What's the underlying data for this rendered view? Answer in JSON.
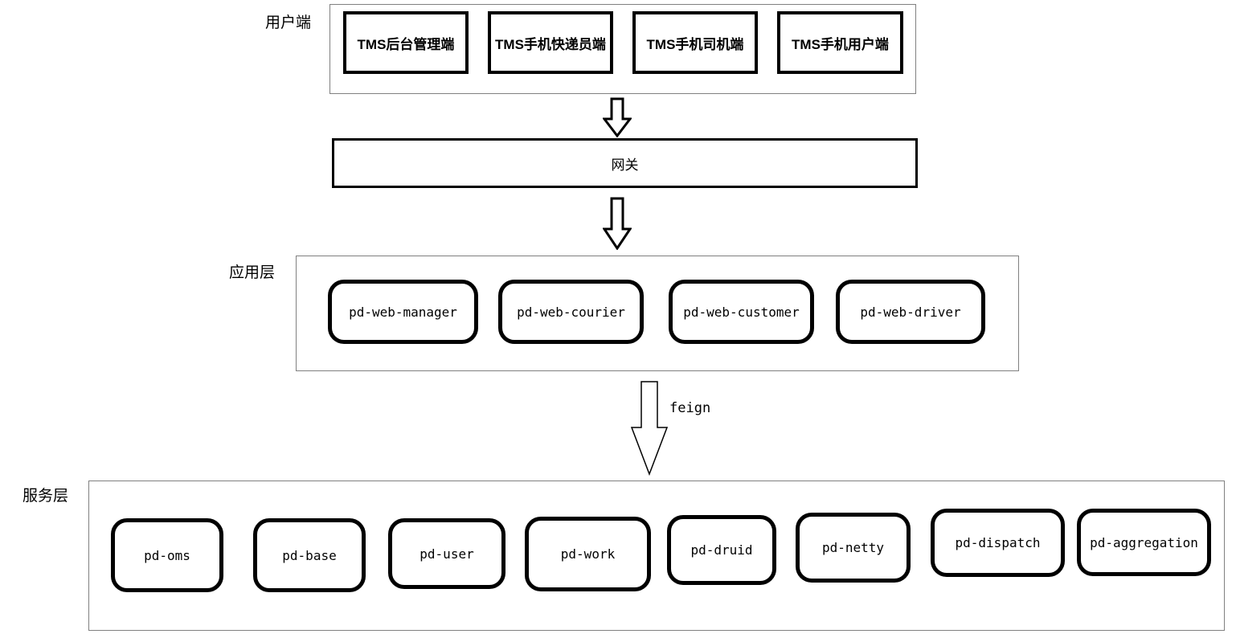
{
  "user_layer": {
    "label": "用户端",
    "boxes": [
      "TMS后台管理端",
      "TMS手机快递员端",
      "TMS手机司机端",
      "TMS手机用户端"
    ]
  },
  "gateway": {
    "label": "网关"
  },
  "app_layer": {
    "label": "应用层",
    "boxes": [
      "pd-web-manager",
      "pd-web-courier",
      "pd-web-customer",
      "pd-web-driver"
    ]
  },
  "feign_arrow": {
    "label": "feign"
  },
  "service_layer": {
    "label": "服务层",
    "boxes": [
      "pd-oms",
      "pd-base",
      "pd-user",
      "pd-work",
      "pd-druid",
      "pd-netty",
      "pd-dispatch",
      "pd-aggregation"
    ]
  },
  "colors": {
    "background": "#ffffff",
    "box_border": "#000000",
    "container_border": "#808080",
    "text": "#000000"
  }
}
